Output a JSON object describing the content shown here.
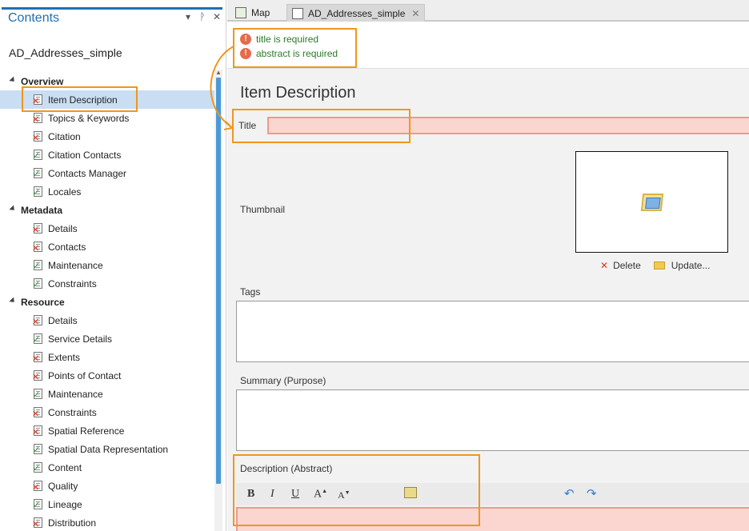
{
  "contents_pane": {
    "title": "Contents",
    "controls": [
      "▾",
      "ᚹ",
      "✕"
    ],
    "item_name": "AD_Addresses_simple",
    "groups": [
      {
        "label": "Overview",
        "items": [
          {
            "label": "Item Description",
            "status": "error",
            "selected": true
          },
          {
            "label": "Topics & Keywords",
            "status": "error"
          },
          {
            "label": "Citation",
            "status": "error"
          },
          {
            "label": "Citation Contacts",
            "status": "ok"
          },
          {
            "label": "Contacts Manager",
            "status": "ok"
          },
          {
            "label": "Locales",
            "status": "ok"
          }
        ]
      },
      {
        "label": "Metadata",
        "items": [
          {
            "label": "Details",
            "status": "error"
          },
          {
            "label": "Contacts",
            "status": "error"
          },
          {
            "label": "Maintenance",
            "status": "ok"
          },
          {
            "label": "Constraints",
            "status": "ok"
          }
        ]
      },
      {
        "label": "Resource",
        "items": [
          {
            "label": "Details",
            "status": "error"
          },
          {
            "label": "Service Details",
            "status": "ok"
          },
          {
            "label": "Extents",
            "status": "error"
          },
          {
            "label": "Points of Contact",
            "status": "error"
          },
          {
            "label": "Maintenance",
            "status": "ok"
          },
          {
            "label": "Constraints",
            "status": "error"
          },
          {
            "label": "Spatial Reference",
            "status": "error"
          },
          {
            "label": "Spatial Data Representation",
            "status": "ok"
          },
          {
            "label": "Content",
            "status": "ok"
          },
          {
            "label": "Quality",
            "status": "error"
          },
          {
            "label": "Lineage",
            "status": "ok"
          },
          {
            "label": "Distribution",
            "status": "error"
          }
        ]
      }
    ]
  },
  "tabs": [
    {
      "label": "Map",
      "icon": "map-icon"
    },
    {
      "label": "AD_Addresses_simple",
      "icon": "metadata-doc-icon",
      "close": "✕"
    }
  ],
  "messages": [
    "title is required",
    "abstract is required"
  ],
  "form": {
    "heading": "Item Description",
    "title_label": "Title",
    "title_value": "",
    "thumbnail_label": "Thumbnail",
    "delete_label": "Delete",
    "update_label": "Update...",
    "tags_label": "Tags",
    "summary_label": "Summary (Purpose)",
    "description_label": "Description (Abstract)",
    "toolbar": [
      "B",
      "I",
      "U",
      "A",
      "A"
    ]
  },
  "colors": {
    "accent": "#1f6fb5",
    "highlight": "#f0961e",
    "error_fill": "#fbd6d0",
    "ok": "#2e9e3a",
    "error": "#d63a1a"
  }
}
